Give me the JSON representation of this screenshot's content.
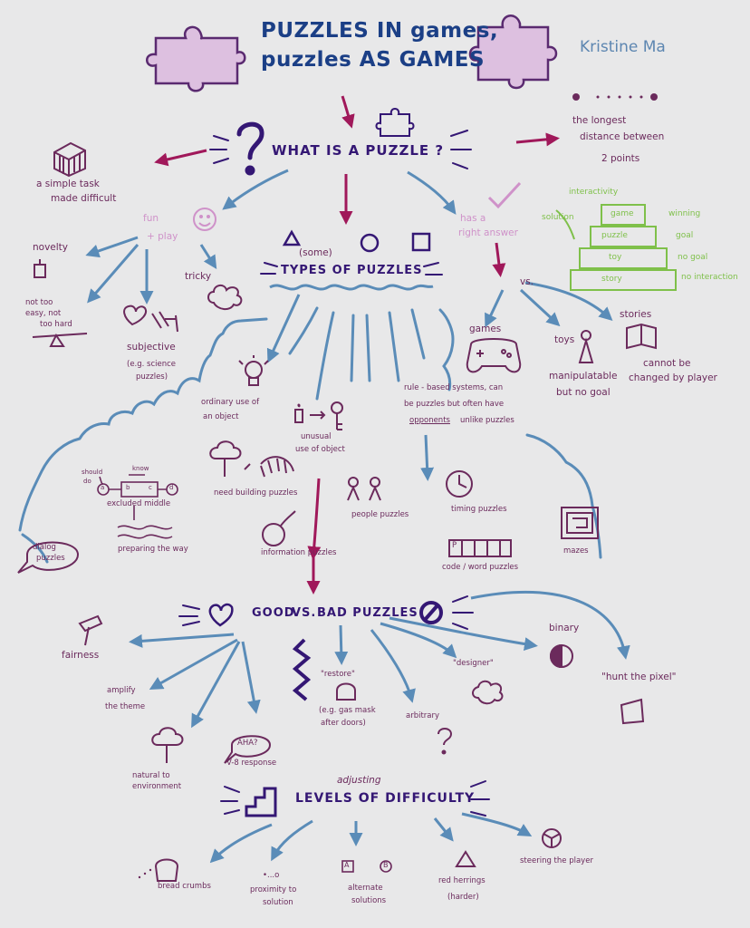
{
  "title": {
    "line1": "PUZZLES IN games,",
    "line2": "puzzles AS GAMES"
  },
  "author": "Kristine Ma",
  "longest": {
    "line1": "the longest",
    "line2": "distance between",
    "line3": "2 points"
  },
  "what_is_puzzle": "WHAT IS A PUZZLE ?",
  "simple_task": {
    "line1": "a simple task",
    "line2": "made difficult"
  },
  "fun_play": {
    "line1": "fun",
    "line2": "+ play"
  },
  "right_answer": {
    "line1": "has a",
    "line2": "right answer"
  },
  "hierarchy": {
    "top": "interactivity",
    "side": "solution",
    "levels": [
      "game",
      "puzzle",
      "toy",
      "story"
    ],
    "notes": [
      "winning",
      "goal",
      "no goal",
      "no interaction"
    ]
  },
  "novelty": "novelty",
  "tricky": "tricky",
  "balance": {
    "line1": "not too",
    "line2": "easy, not",
    "line3": "too hard"
  },
  "subjective": {
    "line1": "subjective",
    "line2": "(e.g. science",
    "line3": "puzzles)"
  },
  "types": {
    "some": "(some)",
    "heading": "TYPES OF PUZZLES"
  },
  "vs": "vs.",
  "games": "games",
  "toys": "toys",
  "stories": "stories",
  "toys_note": {
    "line1": "manipulatable",
    "line2": "but no goal"
  },
  "stories_note": {
    "line1": "cannot be",
    "line2": "changed by player"
  },
  "rule_based": {
    "line1": "rule - based systems, can",
    "line2": "be puzzles but often have",
    "line3": "opponents",
    "line3b": "unlike puzzles"
  },
  "ordinary": {
    "line1": "ordinary use of",
    "line2": "an object"
  },
  "unusual": {
    "line1": "unusual",
    "line2": "use of object"
  },
  "excluded": {
    "should": "should",
    "do": "do",
    "know": "know",
    "a": "a",
    "b": "b",
    "c": "c",
    "d": "d",
    "label": "excluded middle"
  },
  "preparing": "preparing the way",
  "dialog": {
    "line1": "dialog",
    "line2": "puzzles"
  },
  "need_building": "need building puzzles",
  "people": "people puzzles",
  "timing": "timing puzzles",
  "information": "information puzzles",
  "code_word": {
    "label": "code / word puzzles",
    "letter": "P"
  },
  "mazes": "mazes",
  "good_bad": {
    "good": "GOOD",
    "vs": "VS.",
    "bad": "BAD PUZZLES"
  },
  "fairness": "fairness",
  "amplify": {
    "line1": "amplify",
    "line2": "the theme"
  },
  "aha": {
    "bubble": "AHA?",
    "label": "V-8 response"
  },
  "natural": {
    "line1": "natural to",
    "line2": "environment"
  },
  "restore": {
    "quote": "\"restore\"",
    "line1": "(e.g. gas mask",
    "line2": "after doors)"
  },
  "arbitrary": "arbitrary",
  "designer": "\"designer\"",
  "binary": "binary",
  "hunt": "\"hunt the pixel\"",
  "adjusting": "adjusting",
  "levels": "LEVELS OF DIFFICULTY",
  "bread": "bread crumbs",
  "proximity": {
    "dots": "•...o",
    "line1": "proximity to",
    "line2": "solution"
  },
  "alternate": {
    "a": "A",
    "b": "B",
    "line1": "alternate",
    "line2": "solutions"
  },
  "red_herrings": {
    "line1": "red herrings",
    "line2": "(harder)"
  },
  "steering": "steering the player",
  "colors": {
    "title_blue": "#1b3f86",
    "ink_purple": "#6b2a5c",
    "deep_purple": "#341774",
    "arrow_magenta": "#a0185a",
    "arrow_blue": "#5a8cb8",
    "puzzle_pink": "#ddc0e0",
    "green": "#7fc04a"
  }
}
